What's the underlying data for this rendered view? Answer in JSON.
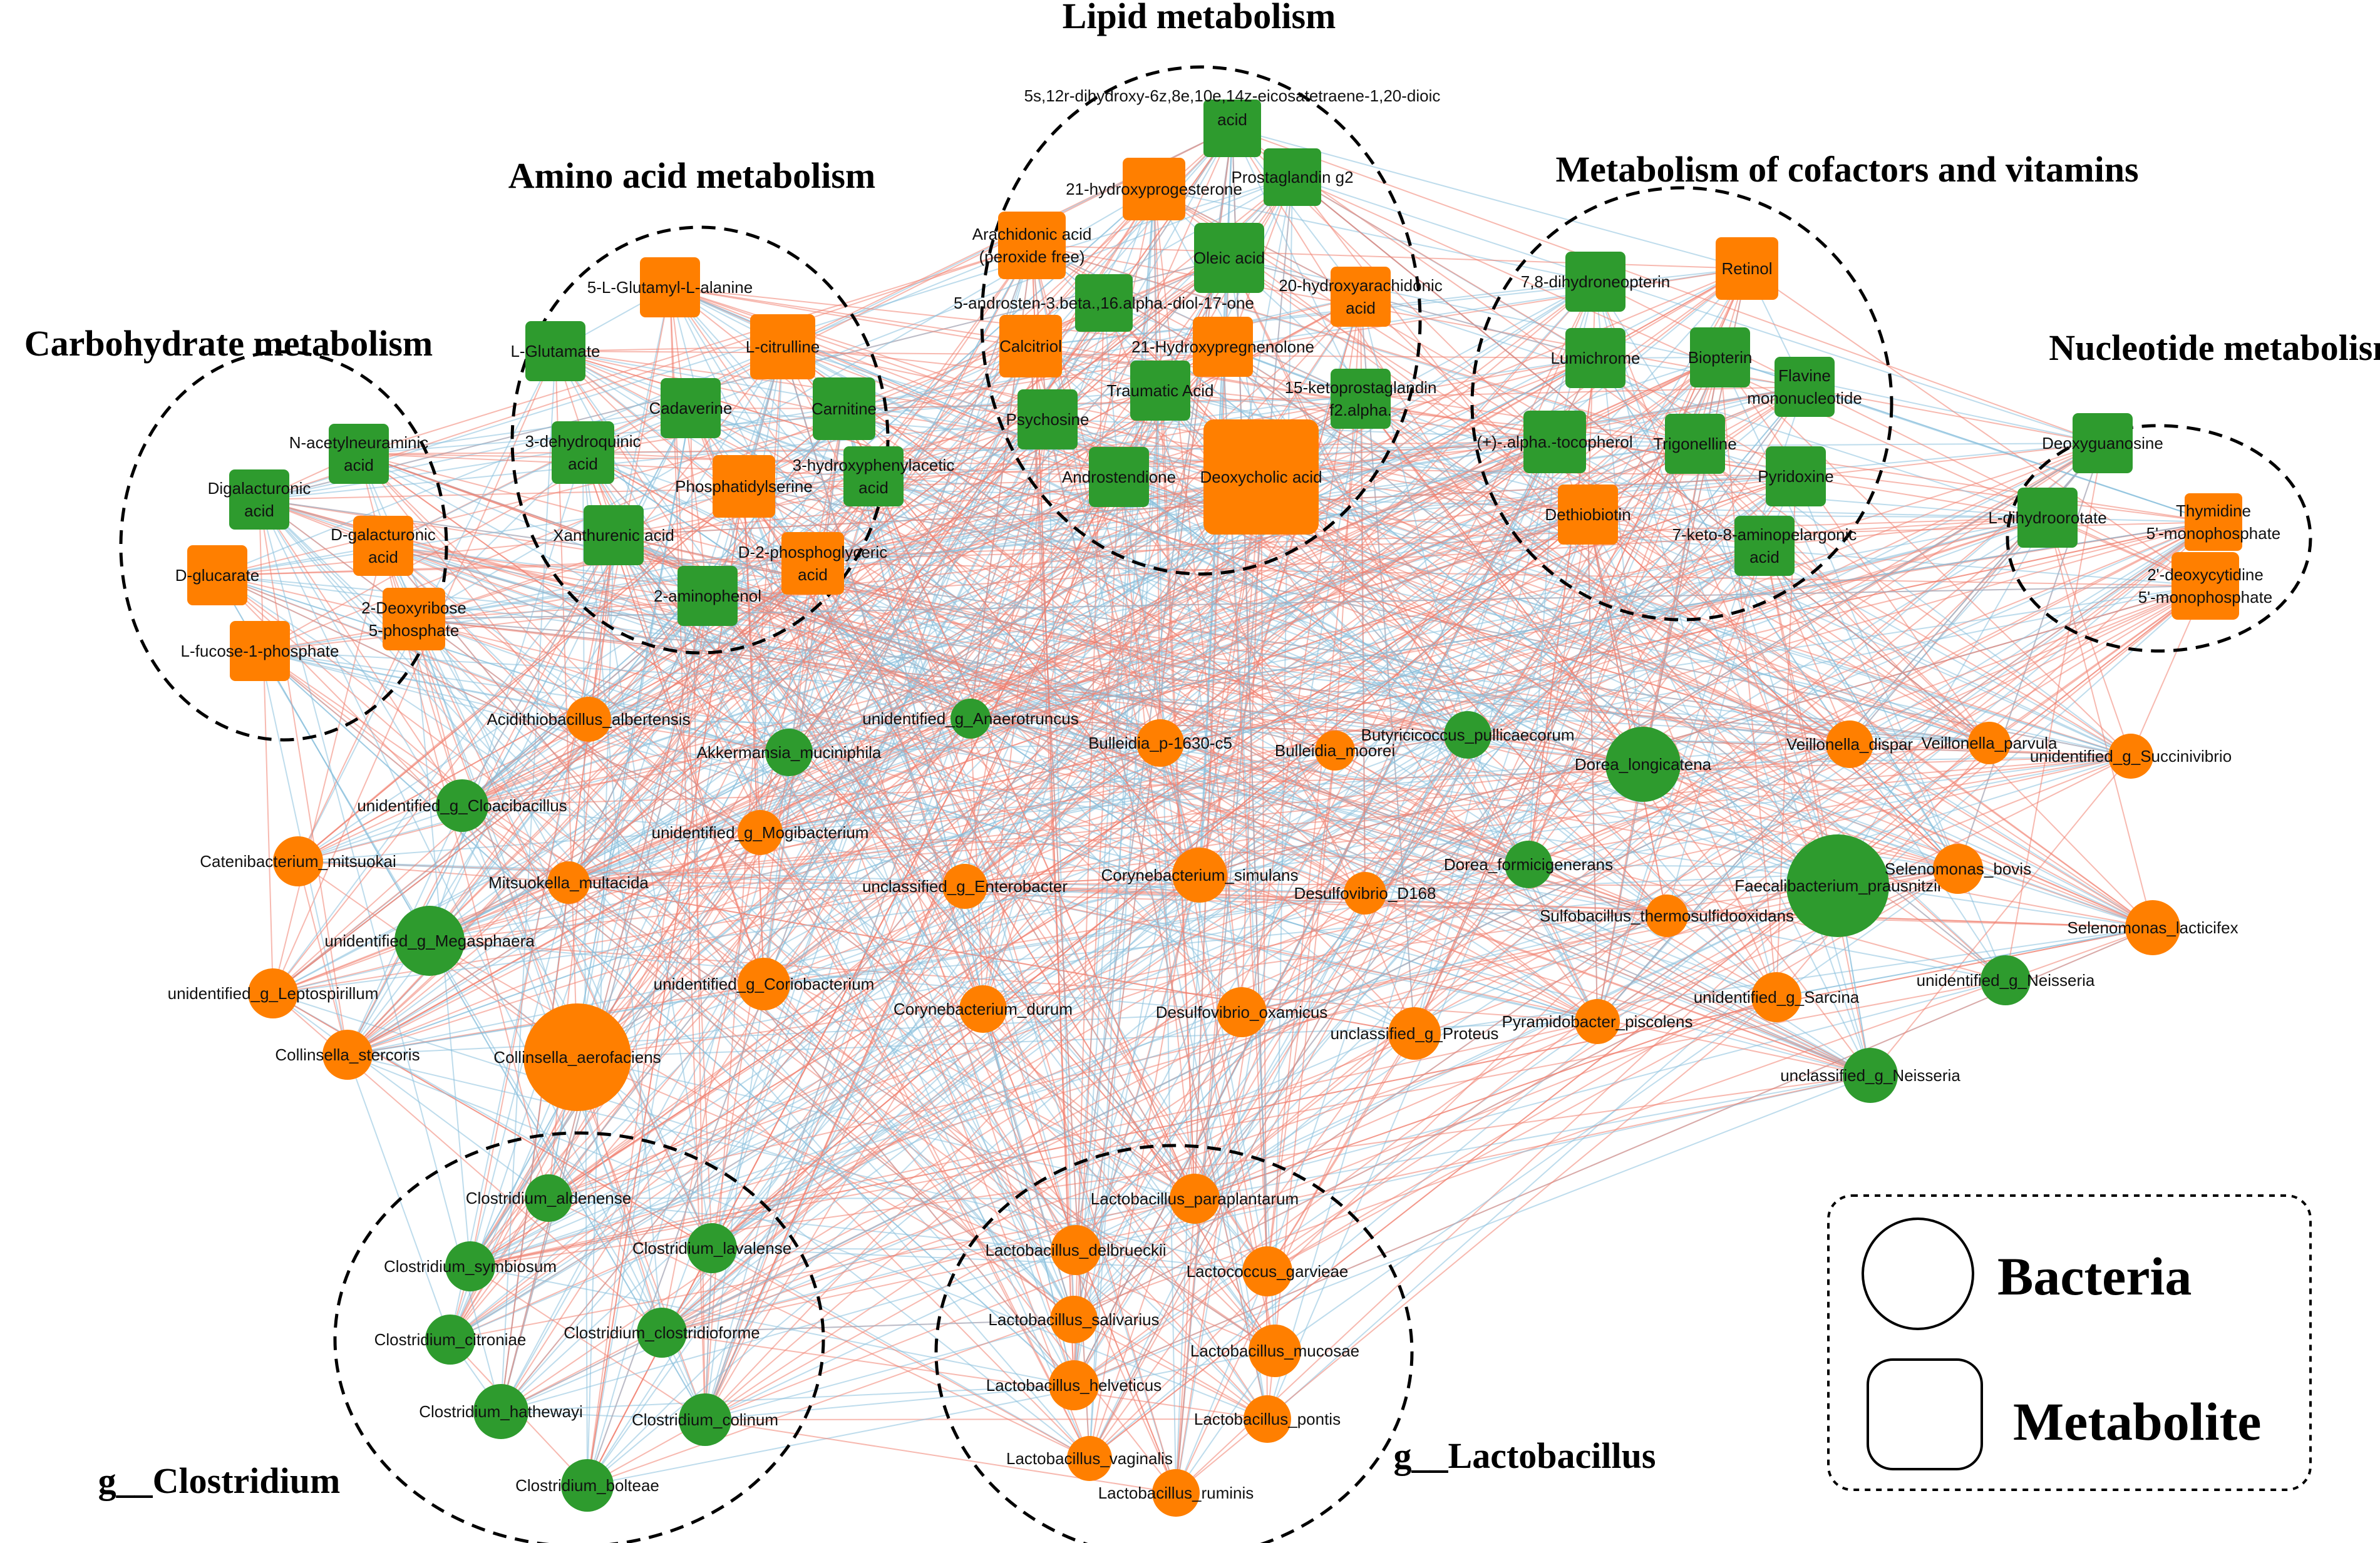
{
  "colors": {
    "positive": "#f08070",
    "negative": "#88c0dc",
    "green": "#2e9b2e",
    "orange": "#ff7f00",
    "outline": "#000000"
  },
  "group_titles": [
    "Lipid metabolism",
    "Amino acid metabolism",
    "Metabolism of cofactors and vitamins",
    "Carbohydrate metabolism",
    "Nucleotide metabolism",
    "g__Clostridium",
    "g__Lactobacillus"
  ],
  "legend": {
    "bacteria": "Bacteria",
    "metabolite": "Metabolite"
  },
  "nodes": [
    {
      "label": "5s,12r-dihydroxy-6z,8e,10e,14z-eicosatetraene-1,20-dioic acid",
      "shape": "square",
      "color": "green"
    },
    {
      "label": "Prostaglandin g2",
      "shape": "square",
      "color": "green"
    },
    {
      "label": "21-hydroxyprogesterone",
      "shape": "square",
      "color": "orange"
    },
    {
      "label": "Arachidonic acid (peroxide free)",
      "shape": "square",
      "color": "orange"
    },
    {
      "label": "Oleic acid",
      "shape": "square",
      "color": "green"
    },
    {
      "label": "20-hydroxyarachidonic acid",
      "shape": "square",
      "color": "orange"
    },
    {
      "label": "5-androsten-3.beta.,16.alpha.-diol-17-one",
      "shape": "square",
      "color": "green"
    },
    {
      "label": "21-Hydroxypregnenolone",
      "shape": "square",
      "color": "orange"
    },
    {
      "label": "Calcitriol",
      "shape": "square",
      "color": "orange"
    },
    {
      "label": "Traumatic Acid",
      "shape": "square",
      "color": "green"
    },
    {
      "label": "15-ketoprostaglandin f2.alpha.",
      "shape": "square",
      "color": "green"
    },
    {
      "label": "Psychosine",
      "shape": "square",
      "color": "green"
    },
    {
      "label": "Androstendione",
      "shape": "square",
      "color": "green"
    },
    {
      "label": "Deoxycholic acid",
      "shape": "square",
      "color": "orange"
    },
    {
      "label": "5-L-Glutamyl-L-alanine",
      "shape": "square",
      "color": "orange"
    },
    {
      "label": "L-citrulline",
      "shape": "square",
      "color": "orange"
    },
    {
      "label": "L-Glutamate",
      "shape": "square",
      "color": "green"
    },
    {
      "label": "Cadaverine",
      "shape": "square",
      "color": "green"
    },
    {
      "label": "Carnitine",
      "shape": "square",
      "color": "green"
    },
    {
      "label": "3-dehydroquinic acid",
      "shape": "square",
      "color": "green"
    },
    {
      "label": "Phosphatidylserine",
      "shape": "square",
      "color": "orange"
    },
    {
      "label": "3-hydroxyphenylacetic acid",
      "shape": "square",
      "color": "green"
    },
    {
      "label": "Xanthurenic acid",
      "shape": "square",
      "color": "green"
    },
    {
      "label": "D-2-phosphoglyceric acid",
      "shape": "square",
      "color": "orange"
    },
    {
      "label": "2-aminophenol",
      "shape": "square",
      "color": "green"
    },
    {
      "label": "N-acetylneuraminic acid",
      "shape": "square",
      "color": "green"
    },
    {
      "label": "Digalacturonic acid",
      "shape": "square",
      "color": "green"
    },
    {
      "label": "D-galacturonic acid",
      "shape": "square",
      "color": "orange"
    },
    {
      "label": "D-glucarate",
      "shape": "square",
      "color": "orange"
    },
    {
      "label": "2-Deoxyribose 5-phosphate",
      "shape": "square",
      "color": "orange"
    },
    {
      "label": "L-fucose-1-phosphate",
      "shape": "square",
      "color": "orange"
    },
    {
      "label": "7,8-dihydroneopterin",
      "shape": "square",
      "color": "green"
    },
    {
      "label": "Retinol",
      "shape": "square",
      "color": "orange"
    },
    {
      "label": "Lumichrome",
      "shape": "square",
      "color": "green"
    },
    {
      "label": "Biopterin",
      "shape": "square",
      "color": "green"
    },
    {
      "label": "Flavine mononucleotide",
      "shape": "square",
      "color": "green"
    },
    {
      "label": "(+)-.alpha.-tocopherol",
      "shape": "square",
      "color": "green"
    },
    {
      "label": "Trigonelline",
      "shape": "square",
      "color": "green"
    },
    {
      "label": "Pyridoxine",
      "shape": "square",
      "color": "green"
    },
    {
      "label": "Dethiobiotin",
      "shape": "square",
      "color": "orange"
    },
    {
      "label": "7-keto-8-aminopelargonic acid",
      "shape": "square",
      "color": "green"
    },
    {
      "label": "Deoxyguanosine",
      "shape": "square",
      "color": "green"
    },
    {
      "label": "L-dihydroorotate",
      "shape": "square",
      "color": "green"
    },
    {
      "label": "Thymidine 5'-monophosphate",
      "shape": "square",
      "color": "orange"
    },
    {
      "label": "2'-deoxycytidine 5'-monophosphate",
      "shape": "square",
      "color": "orange"
    },
    {
      "label": "Acidithiobacillus_albertensis",
      "shape": "circle",
      "color": "orange"
    },
    {
      "label": "Akkermansia_muciniphila",
      "shape": "circle",
      "color": "green"
    },
    {
      "label": "unidentified_g_Anaerotruncus",
      "shape": "circle",
      "color": "green"
    },
    {
      "label": "Bulleidia_p-1630-c5",
      "shape": "circle",
      "color": "orange"
    },
    {
      "label": "Bulleidia_moorei",
      "shape": "circle",
      "color": "orange"
    },
    {
      "label": "Butyricicoccus_pullicaecorum",
      "shape": "circle",
      "color": "green"
    },
    {
      "label": "Dorea_longicatena",
      "shape": "circle",
      "color": "green"
    },
    {
      "label": "Veillonella_dispar",
      "shape": "circle",
      "color": "orange"
    },
    {
      "label": "Veillonella_parvula",
      "shape": "circle",
      "color": "orange"
    },
    {
      "label": "unidentified_g_Succinivibrio",
      "shape": "circle",
      "color": "orange"
    },
    {
      "label": "unidentified_g_Cloacibacillus",
      "shape": "circle",
      "color": "green"
    },
    {
      "label": "Catenibacterium_mitsuokai",
      "shape": "circle",
      "color": "orange"
    },
    {
      "label": "unidentified_g_Mogibacterium",
      "shape": "circle",
      "color": "orange"
    },
    {
      "label": "Mitsuokella_multacida",
      "shape": "circle",
      "color": "orange"
    },
    {
      "label": "unclassified_g_Enterobacter",
      "shape": "circle",
      "color": "orange"
    },
    {
      "label": "Corynebacterium_simulans",
      "shape": "circle",
      "color": "orange"
    },
    {
      "label": "Desulfovibrio_D168",
      "shape": "circle",
      "color": "orange"
    },
    {
      "label": "Dorea_formicigenerans",
      "shape": "circle",
      "color": "green"
    },
    {
      "label": "Sulfobacillus_thermosulfidooxidans",
      "shape": "circle",
      "color": "orange"
    },
    {
      "label": "Faecalibacterium_prausnitzii",
      "shape": "circle",
      "color": "green"
    },
    {
      "label": "Selenomonas_bovis",
      "shape": "circle",
      "color": "orange"
    },
    {
      "label": "Selenomonas_lacticifex",
      "shape": "circle",
      "color": "orange"
    },
    {
      "label": "unidentified_g_Megasphaera",
      "shape": "circle",
      "color": "green"
    },
    {
      "label": "unidentified_g_Leptospirillum",
      "shape": "circle",
      "color": "orange"
    },
    {
      "label": "unidentified_g_Coriobacterium",
      "shape": "circle",
      "color": "orange"
    },
    {
      "label": "Corynebacterium_durum",
      "shape": "circle",
      "color": "orange"
    },
    {
      "label": "Desulfovibrio_oxamicus",
      "shape": "circle",
      "color": "orange"
    },
    {
      "label": "unclassified_g_Proteus",
      "shape": "circle",
      "color": "orange"
    },
    {
      "label": "Pyramidobacter_piscolens",
      "shape": "circle",
      "color": "orange"
    },
    {
      "label": "unidentified_g_Sarcina",
      "shape": "circle",
      "color": "orange"
    },
    {
      "label": "unidentified_g_Neisseria",
      "shape": "circle",
      "color": "green"
    },
    {
      "label": "unclassified_g_Neisseria",
      "shape": "circle",
      "color": "green"
    },
    {
      "label": "Collinsella_stercoris",
      "shape": "circle",
      "color": "orange"
    },
    {
      "label": "Collinsella_aerofaciens",
      "shape": "circle",
      "color": "orange"
    },
    {
      "label": "Clostridium_aldenense",
      "shape": "circle",
      "color": "green"
    },
    {
      "label": "Clostridium_symbiosum",
      "shape": "circle",
      "color": "green"
    },
    {
      "label": "Clostridium_lavalense",
      "shape": "circle",
      "color": "green"
    },
    {
      "label": "Clostridium_citroniae",
      "shape": "circle",
      "color": "green"
    },
    {
      "label": "Clostridium_clostridioforme",
      "shape": "circle",
      "color": "green"
    },
    {
      "label": "Clostridium_hathewayi",
      "shape": "circle",
      "color": "green"
    },
    {
      "label": "Clostridium_colinum",
      "shape": "circle",
      "color": "green"
    },
    {
      "label": "Clostridium_bolteae",
      "shape": "circle",
      "color": "green"
    },
    {
      "label": "Lactobacillus_paraplantarum",
      "shape": "circle",
      "color": "orange"
    },
    {
      "label": "Lactobacillus_delbrueckii",
      "shape": "circle",
      "color": "orange"
    },
    {
      "label": "Lactococcus_garvieae",
      "shape": "circle",
      "color": "orange"
    },
    {
      "label": "Lactobacillus_salivarius",
      "shape": "circle",
      "color": "orange"
    },
    {
      "label": "Lactobacillus_mucosae",
      "shape": "circle",
      "color": "orange"
    },
    {
      "label": "Lactobacillus_helveticus",
      "shape": "circle",
      "color": "orange"
    },
    {
      "label": "Lactobacillus_pontis",
      "shape": "circle",
      "color": "orange"
    },
    {
      "label": "Lactobacillus_vaginalis",
      "shape": "circle",
      "color": "orange"
    },
    {
      "label": "Lactobacillus_ruminis",
      "shape": "circle",
      "color": "orange"
    }
  ]
}
